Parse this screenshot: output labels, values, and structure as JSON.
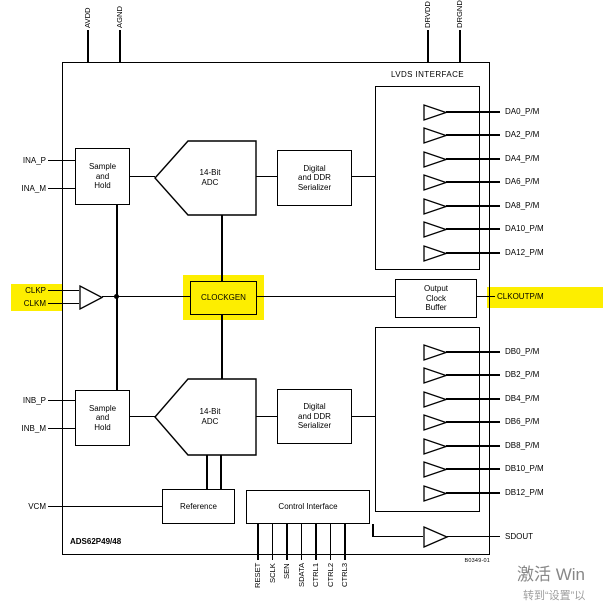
{
  "colors": {
    "highlight": "#fdee00",
    "watermark_primary": "#878787",
    "watermark_secondary": "#9e9e9e"
  },
  "part_number": "ADS62P49/48",
  "figure_code": "B0349-01",
  "top_pins": {
    "left": [
      "AVDD",
      "AGND"
    ],
    "right": [
      "DRVDD",
      "DRGND"
    ]
  },
  "left_pins": {
    "ina_p": "INA_P",
    "ina_m": "INA_M",
    "clkp": "CLKP",
    "clkm": "CLKM",
    "inb_p": "INB_P",
    "inb_m": "INB_M",
    "vcm": "VCM"
  },
  "channel_a": {
    "sample_hold": "Sample\nand\nHold",
    "adc": "14-Bit\nADC",
    "serializer": "Digital\nand DDR\nSerializer"
  },
  "channel_b": {
    "sample_hold": "Sample\nand\nHold",
    "adc": "14-Bit\nADC",
    "serializer": "Digital\nand DDR\nSerializer"
  },
  "clock": {
    "clockgen": "CLOCKGEN",
    "output_clock_buffer": "Output\nClock\nBuffer",
    "clkout": "CLKOUTP/M"
  },
  "lvds": {
    "label": "LVDS INTERFACE",
    "da_outputs": [
      "DA0_P/M",
      "DA2_P/M",
      "DA4_P/M",
      "DA6_P/M",
      "DA8_P/M",
      "DA10_P/M",
      "DA12_P/M"
    ],
    "db_outputs": [
      "DB0_P/M",
      "DB2_P/M",
      "DB4_P/M",
      "DB6_P/M",
      "DB8_P/M",
      "DB10_P/M",
      "DB12_P/M"
    ]
  },
  "control": {
    "reference": "Reference",
    "interface": "Control Interface",
    "bottom_pins": [
      "RESET",
      "SCLK",
      "SEN",
      "SDATA",
      "CTRL1",
      "CTRL2",
      "CTRL3"
    ],
    "sdout": "SDOUT"
  },
  "watermark": {
    "line1": "激活 Win",
    "line2": "转到“设置”以"
  }
}
